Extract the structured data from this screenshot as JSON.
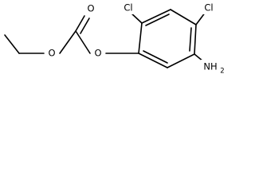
{
  "molecule": {
    "atoms": {
      "ester_oxygen_1": "O",
      "carbonyl_oxygen": "O",
      "ester_oxygen_2": "O",
      "chloro_top_left": "Cl",
      "chloro_top_right": "Cl",
      "amino": "NH",
      "amino_h_subscript": "2"
    }
  }
}
